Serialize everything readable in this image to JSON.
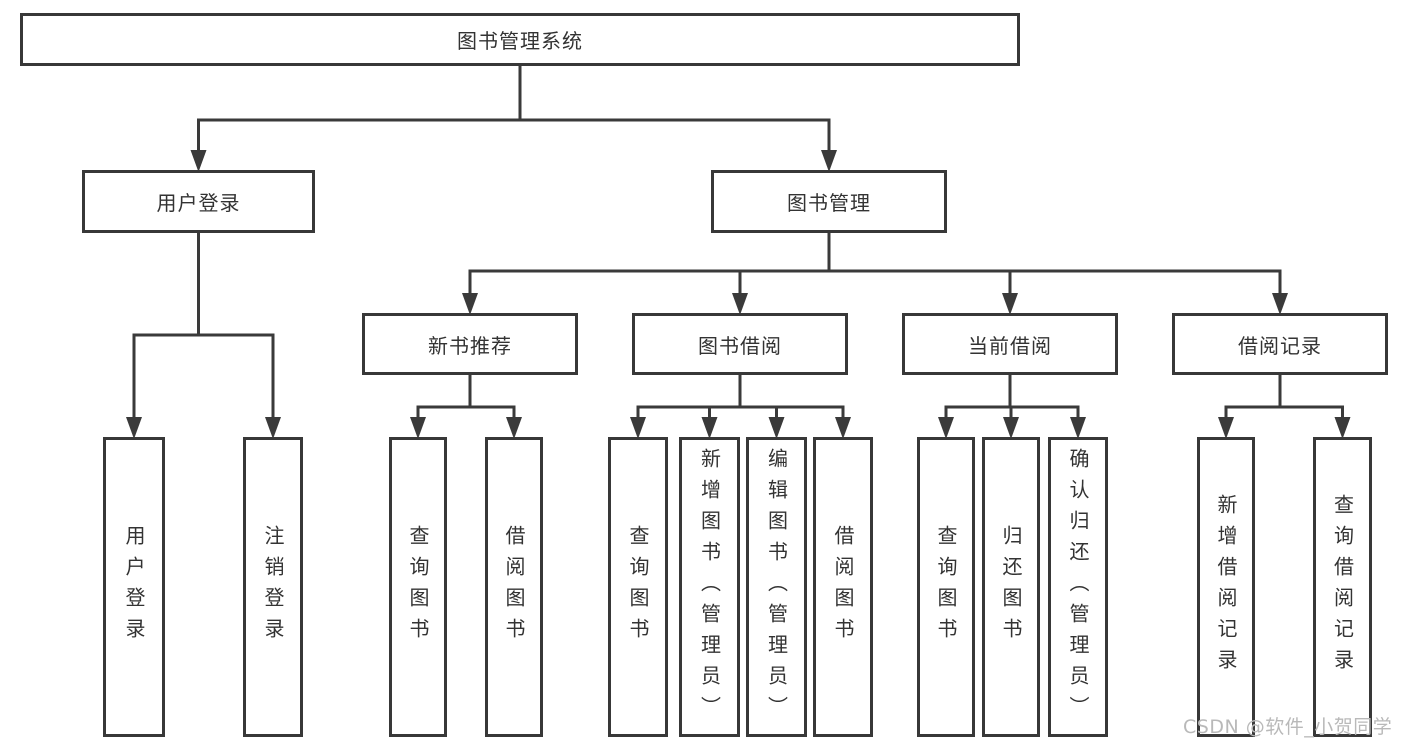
{
  "diagram": {
    "title": "图书管理系统",
    "watermark": "CSDN @软件_小贺同学",
    "colors": {
      "line": "#3a3a3a",
      "border": "#383838",
      "text": "#333333",
      "watermark_text": "#b9b9b9",
      "background": "#ffffff"
    },
    "nodes": [
      {
        "id": "root",
        "label": "图书管理系统",
        "parent": null,
        "orientation": "horizontal"
      },
      {
        "id": "user-login",
        "label": "用户登录",
        "parent": "root",
        "orientation": "horizontal"
      },
      {
        "id": "book-management",
        "label": "图书管理",
        "parent": "root",
        "orientation": "horizontal"
      },
      {
        "id": "user-login-leaf",
        "label": "用户登录",
        "parent": "user-login",
        "orientation": "vertical"
      },
      {
        "id": "logout-leaf",
        "label": "注销登录",
        "parent": "user-login",
        "orientation": "vertical"
      },
      {
        "id": "new-book-recommend",
        "label": "新书推荐",
        "parent": "book-management",
        "orientation": "horizontal"
      },
      {
        "id": "book-borrow",
        "label": "图书借阅",
        "parent": "book-management",
        "orientation": "horizontal"
      },
      {
        "id": "current-borrow",
        "label": "当前借阅",
        "parent": "book-management",
        "orientation": "horizontal"
      },
      {
        "id": "borrow-records",
        "label": "借阅记录",
        "parent": "book-management",
        "orientation": "horizontal"
      },
      {
        "id": "query-books-recommend",
        "label": "查询图书",
        "parent": "new-book-recommend",
        "orientation": "vertical"
      },
      {
        "id": "borrow-books-recommend",
        "label": "借阅图书",
        "parent": "new-book-recommend",
        "orientation": "vertical"
      },
      {
        "id": "query-books-borrow",
        "label": "查询图书",
        "parent": "book-borrow",
        "orientation": "vertical"
      },
      {
        "id": "add-books-admin",
        "label": "新增图书（管理员）",
        "parent": "book-borrow",
        "orientation": "vertical"
      },
      {
        "id": "edit-books-admin",
        "label": "编辑图书（管理员）",
        "parent": "book-borrow",
        "orientation": "vertical"
      },
      {
        "id": "borrow-books-leaf",
        "label": "借阅图书",
        "parent": "book-borrow",
        "orientation": "vertical"
      },
      {
        "id": "query-books-current",
        "label": "查询图书",
        "parent": "current-borrow",
        "orientation": "vertical"
      },
      {
        "id": "return-books",
        "label": "归还图书",
        "parent": "current-borrow",
        "orientation": "vertical"
      },
      {
        "id": "confirm-return-admin",
        "label": "确认归还（管理员）",
        "parent": "current-borrow",
        "orientation": "vertical"
      },
      {
        "id": "add-borrow-record",
        "label": "新增借阅记录",
        "parent": "borrow-records",
        "orientation": "vertical"
      },
      {
        "id": "query-borrow-record",
        "label": "查询借阅记录",
        "parent": "borrow-records",
        "orientation": "vertical"
      }
    ]
  }
}
